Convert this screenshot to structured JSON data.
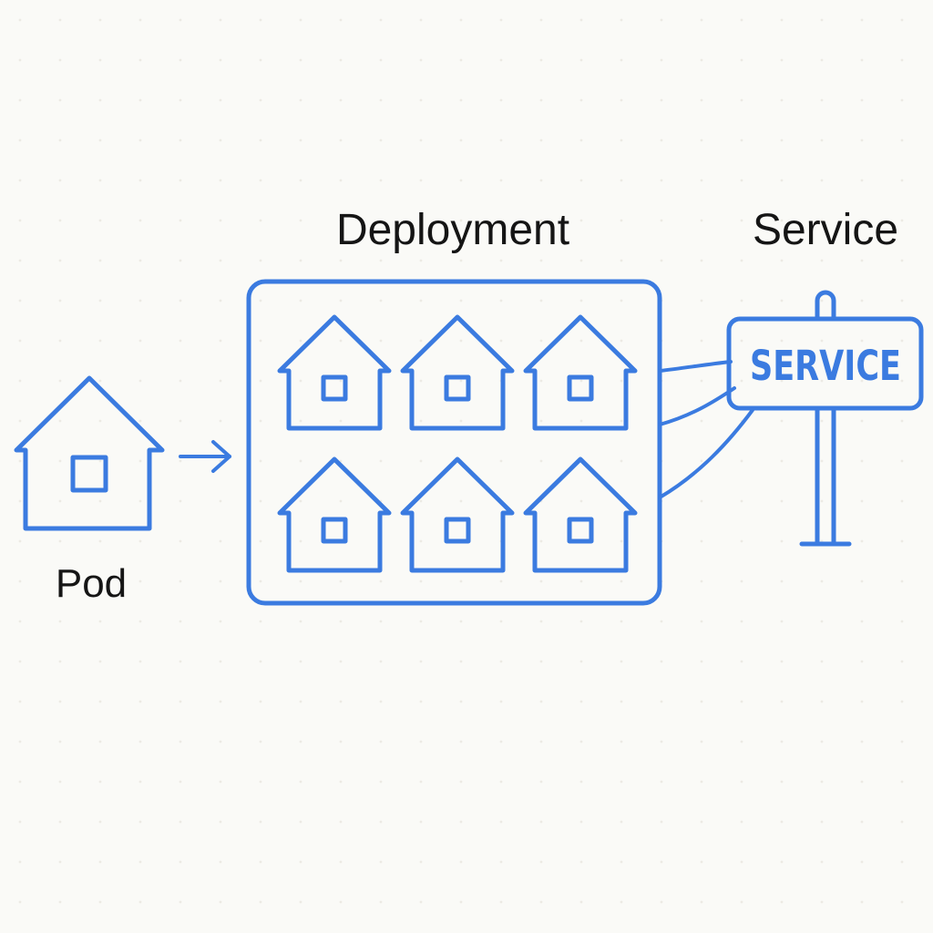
{
  "colors": {
    "background": "#fafaf7",
    "stroke": "#3b7be0",
    "text": "#151515"
  },
  "pod": {
    "label": "Pod",
    "icon": "house-icon"
  },
  "deployment": {
    "label": "Deployment",
    "replica_count": 6,
    "icon": "house-icon"
  },
  "service": {
    "label": "Service",
    "sign_text": "SERVICE",
    "icon": "signpost-icon"
  },
  "connectors": {
    "pod_to_deployment": "arrow-right-icon",
    "deployment_to_service_count": 3
  }
}
